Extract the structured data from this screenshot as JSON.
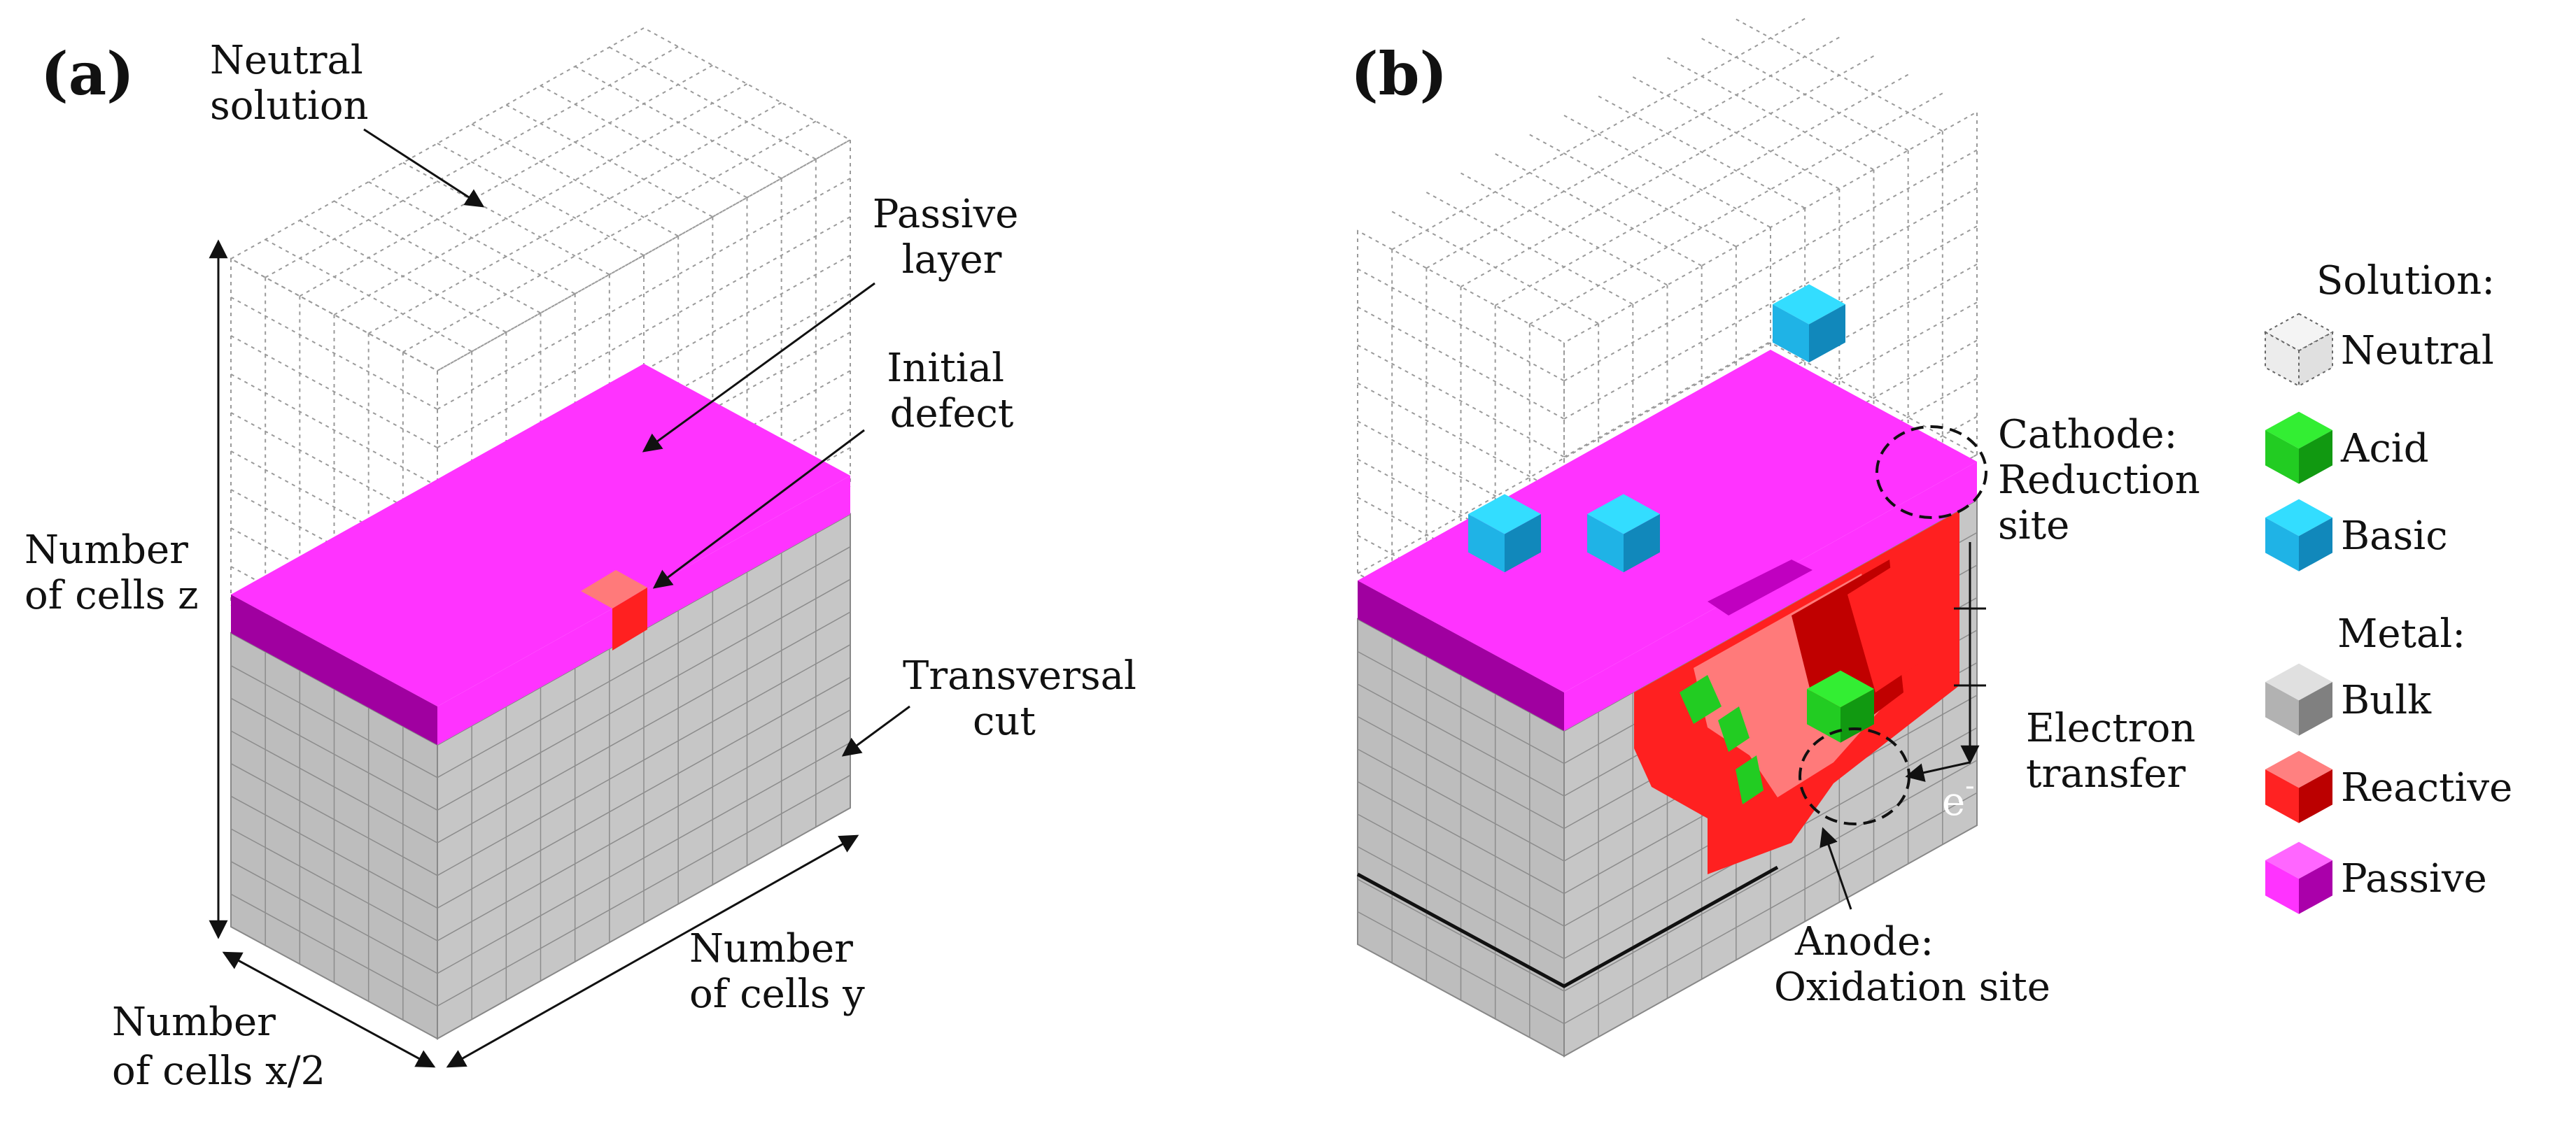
{
  "panels": {
    "a": {
      "label": "(a)",
      "annotations": {
        "neutral_solution": [
          "Neutral",
          "solution"
        ],
        "passive_layer": [
          "Passive",
          "layer"
        ],
        "initial_defect": [
          "Initial",
          "defect"
        ],
        "transversal_cut": [
          "Transversal",
          "cut"
        ],
        "cells_z": [
          "Number",
          "of cells z"
        ],
        "cells_x": [
          "Number",
          "of cells x/2"
        ],
        "cells_y": [
          "Number",
          "of cells y"
        ]
      }
    },
    "b": {
      "label": "(b)",
      "annotations": {
        "cathode": [
          "Cathode:",
          "Reduction",
          "site"
        ],
        "electron_transfer": [
          "Electron",
          "transfer"
        ],
        "electron_symbol": "e",
        "electron_sup": "-",
        "anode": [
          "Anode:",
          "Oxidation site"
        ]
      }
    }
  },
  "legend": {
    "solution_title": "Solution:",
    "metal_title": "Metal:",
    "items": [
      {
        "label": "Neutral",
        "group": "solution",
        "top": "#f4f4f4",
        "left": "#ececec",
        "right": "#e0e0e0",
        "dotted": true
      },
      {
        "label": "Acid",
        "group": "solution",
        "top": "#33ee33",
        "left": "#22cc22",
        "right": "#119911"
      },
      {
        "label": "Basic",
        "group": "solution",
        "top": "#33ddff",
        "left": "#1fb3e6",
        "right": "#1188bb"
      },
      {
        "label": "Bulk",
        "group": "metal",
        "top": "#e0e0e0",
        "left": "#b2b2b2",
        "right": "#808080"
      },
      {
        "label": "Reactive",
        "group": "metal",
        "top": "#ff8080",
        "left": "#ff2222",
        "right": "#bb0000"
      },
      {
        "label": "Passive",
        "group": "metal",
        "top": "#ff66ff",
        "left": "#ff33ff",
        "right": "#aa00aa"
      }
    ]
  },
  "colors": {
    "bulk_front": "#b9b9b9",
    "bulk_side": "#c2c2c2",
    "passive_top": "#ff33ff",
    "passive_front": "#a000a0",
    "passive_side": "#ff33ff",
    "reactive": "#ff2020",
    "reactive_light": "#ff7a7a",
    "reactive_dark": "#c00000",
    "acid": "#22cc22",
    "basic": "#1fb3e6",
    "grid_dotted": "#9a9a9a"
  }
}
